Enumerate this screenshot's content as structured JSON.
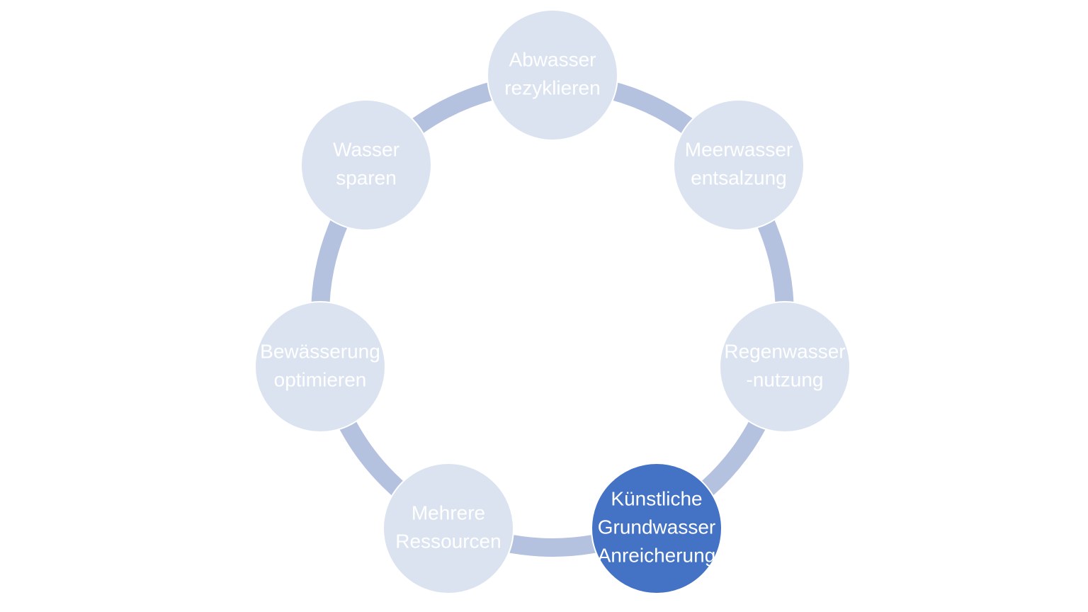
{
  "diagram": {
    "ring_color": "#b4c1df",
    "node_fill": "#dbe3f1",
    "node_text_color": "#ffffff",
    "highlight_fill": "#4472c4",
    "highlight_text_color": "#ffffff",
    "nodes": [
      {
        "lines": [
          "Abwasser",
          "rezyklieren"
        ],
        "highlighted": false
      },
      {
        "lines": [
          "Meerwasser",
          "entsalzung"
        ],
        "highlighted": false
      },
      {
        "lines": [
          "Regenwasser",
          "-nutzung"
        ],
        "highlighted": false
      },
      {
        "lines": [
          "Künstliche",
          "Grundwasser",
          "Anreicherung"
        ],
        "highlighted": true
      },
      {
        "lines": [
          "Mehrere",
          "Ressourcen"
        ],
        "highlighted": false
      },
      {
        "lines": [
          "Bewässerung",
          "optimieren"
        ],
        "highlighted": false
      },
      {
        "lines": [
          "Wasser",
          "sparen"
        ],
        "highlighted": false
      }
    ]
  }
}
